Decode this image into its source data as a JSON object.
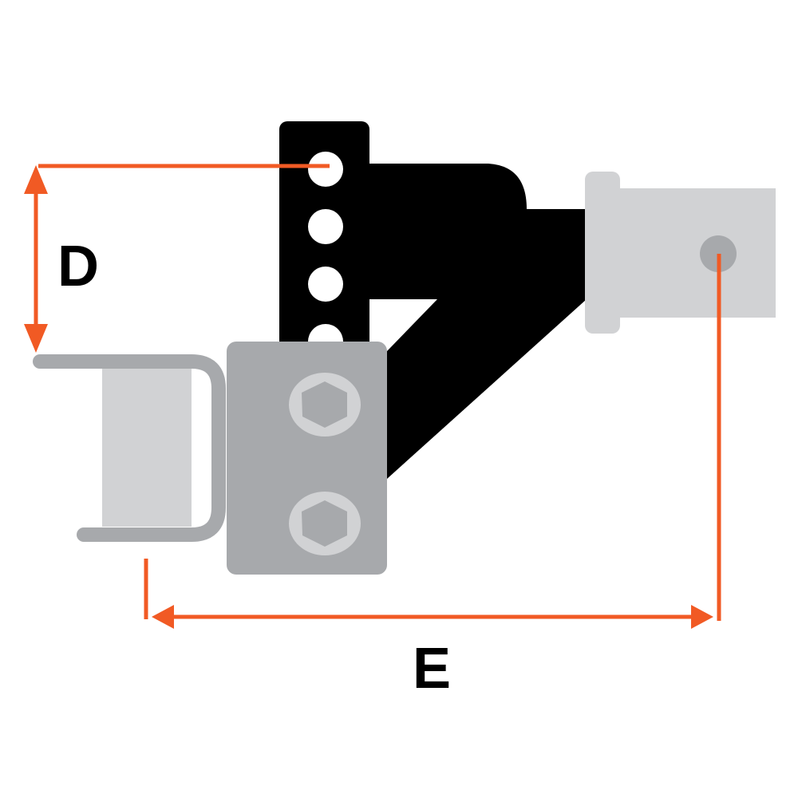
{
  "labels": {
    "d": "D",
    "e": "E"
  },
  "colors": {
    "dimension": "#f15a24",
    "shank": "#000000",
    "dark_gray": "#a7a9ac",
    "light_gray": "#d1d2d4"
  },
  "parts": [
    "adjustable-shank",
    "receiver-tube",
    "mounting-block",
    "ball-platform",
    "hex-bolt",
    "hex-bolt",
    "pin"
  ]
}
